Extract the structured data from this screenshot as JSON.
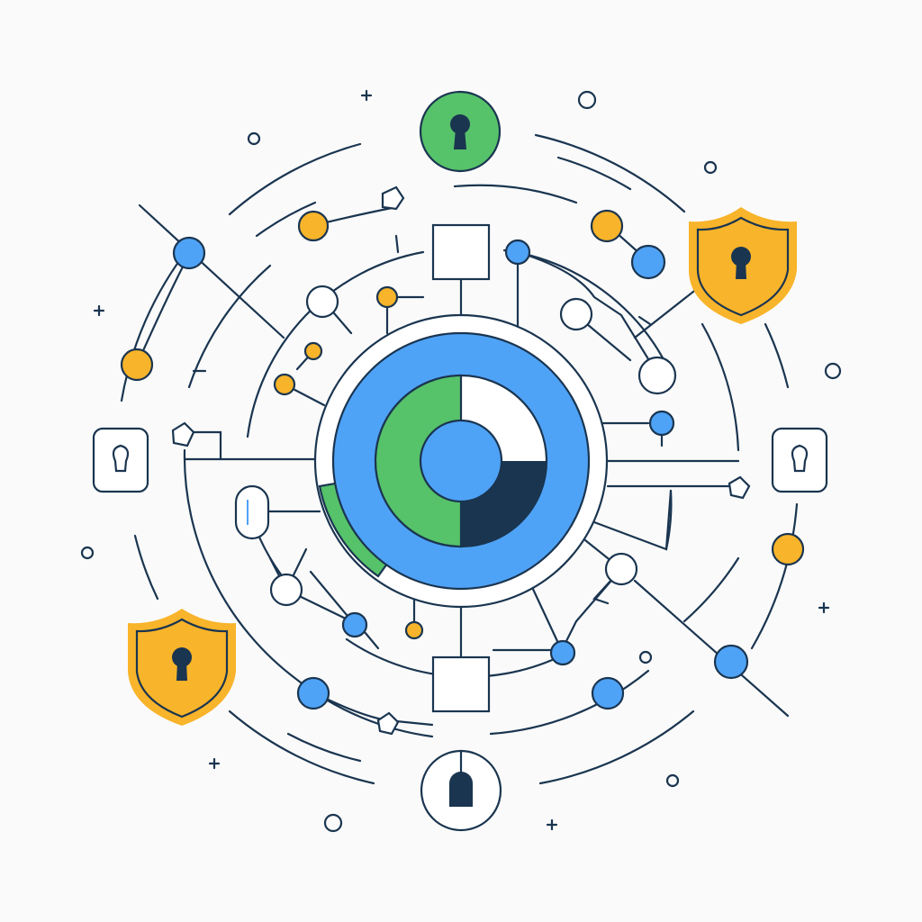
{
  "illustration": {
    "subject": "network-security",
    "colors": {
      "background": "#fafafa",
      "line": "#1a3550",
      "blue": "#4fa3f7",
      "green": "#56c26a",
      "yellow": "#f8b42a",
      "white": "#ffffff"
    },
    "icons": [
      "keyhole-icon",
      "shield-lock-icon",
      "lock-icon",
      "pie-chart-core"
    ],
    "core_chart": {
      "segments": [
        "green",
        "white",
        "navy"
      ]
    }
  }
}
